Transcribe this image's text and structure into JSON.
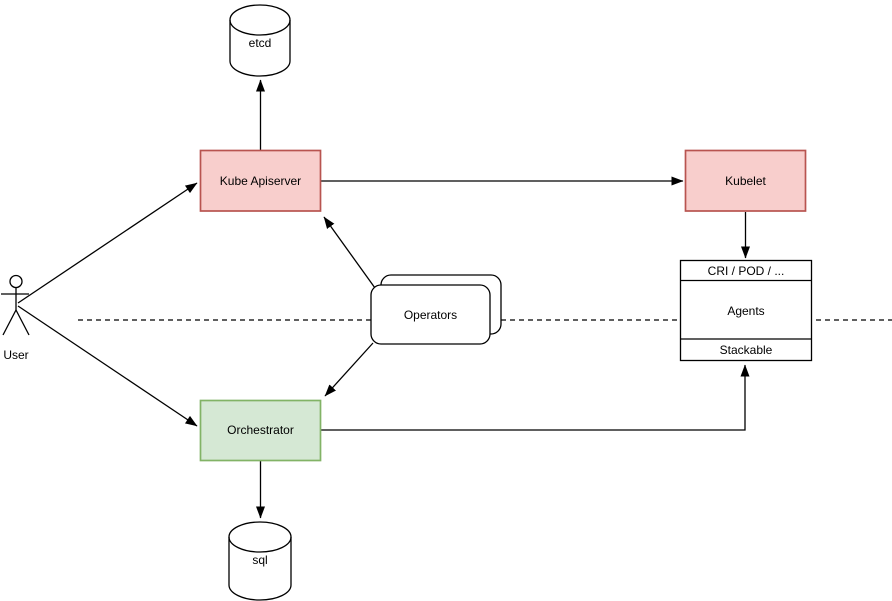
{
  "diagram": {
    "nodes": {
      "etcd": {
        "label": "etcd",
        "shape": "cylinder"
      },
      "kube_apiserver": {
        "label": "Kube Apiserver",
        "shape": "box",
        "fill": "#f8cecc",
        "stroke": "#b85450"
      },
      "kubelet": {
        "label": "Kubelet",
        "shape": "box",
        "fill": "#f8cecc",
        "stroke": "#b85450"
      },
      "agents_stack": {
        "shape": "stack-box",
        "rows": [
          "CRI / POD / ...",
          "Agents",
          "Stackable"
        ]
      },
      "operators": {
        "label": "Operators",
        "shape": "stacked-rounded-box"
      },
      "orchestrator": {
        "label": "Orchestrator",
        "shape": "box",
        "fill": "#d5e8d4",
        "stroke": "#82b366"
      },
      "sql": {
        "label": "sql",
        "shape": "cylinder"
      },
      "user": {
        "label": "User",
        "shape": "actor"
      }
    },
    "edges": [
      {
        "from": "user",
        "to": "kube_apiserver"
      },
      {
        "from": "user",
        "to": "orchestrator"
      },
      {
        "from": "kube_apiserver",
        "to": "etcd"
      },
      {
        "from": "kube_apiserver",
        "to": "kubelet"
      },
      {
        "from": "kubelet",
        "to": "agents_stack"
      },
      {
        "from": "operators",
        "to": "kube_apiserver"
      },
      {
        "from": "operators",
        "to": "orchestrator"
      },
      {
        "from": "orchestrator",
        "to": "sql"
      },
      {
        "from": "orchestrator",
        "to": "agents_stack"
      }
    ],
    "separator": {
      "style": "dashed",
      "orientation": "horizontal"
    },
    "colors": {
      "pink_fill": "#f8cecc",
      "pink_stroke": "#b85450",
      "green_fill": "#d5e8d4",
      "green_stroke": "#82b366",
      "line": "#000000",
      "background": "#ffffff"
    }
  }
}
